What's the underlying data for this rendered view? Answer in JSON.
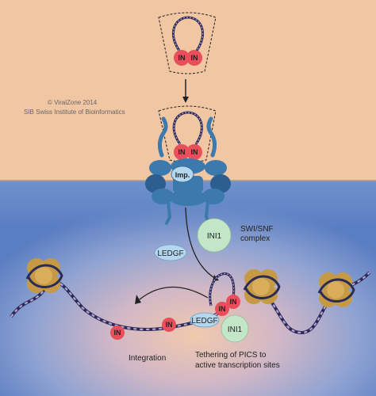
{
  "credit": {
    "line1": "© ViralZone 2014",
    "line2": "SIB Swiss Institute of Bioinformatics"
  },
  "labels": {
    "in": "IN",
    "imp": "Imp.",
    "ini1": "INI1",
    "ledgf": "LEDGF",
    "swi_snf_line1": "SWI/SNF",
    "swi_snf_line2": "complex",
    "integration": "Integration",
    "tethering_line1": "Tethering of PICS to",
    "tethering_line2": "active transcription sites"
  },
  "colors": {
    "cytoplasm": "#f1c6a3",
    "nucleus_outer": "#5b7fc2",
    "nucleus_inner": "#e8c4ae",
    "integrase": "#e94f5b",
    "pore": "#3c7aad",
    "pore_dark": "#2c5f8f",
    "nucleosome": "#c69a45",
    "dna_dark": "#2b2b55",
    "dna_light": "#b7a3d8",
    "ini1": "#c4e6c8",
    "ledgf": "#b4d7ee"
  }
}
